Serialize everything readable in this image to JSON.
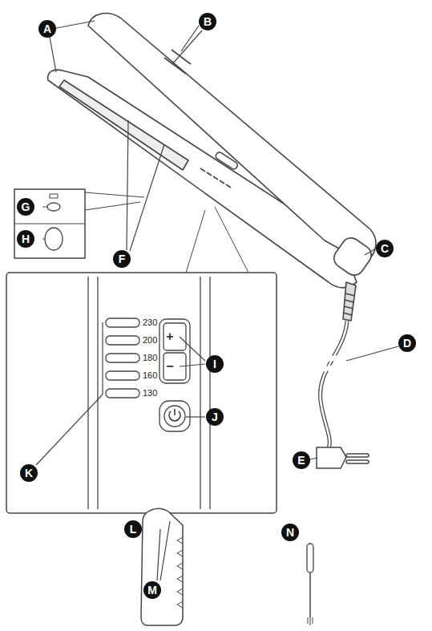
{
  "diagram": {
    "labels": [
      "A",
      "B",
      "C",
      "D",
      "E",
      "F",
      "G",
      "H",
      "230",
      "200",
      "180",
      "160",
      "130",
      "+",
      "−",
      "I",
      "J",
      "K",
      "L",
      "M",
      "N"
    ]
  }
}
